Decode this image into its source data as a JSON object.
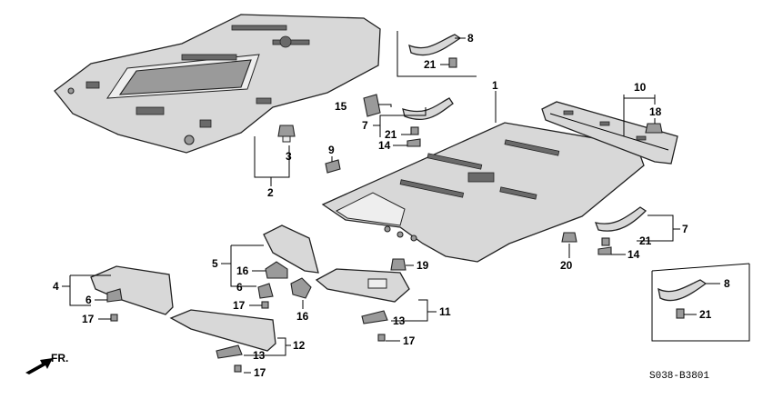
{
  "diagram": {
    "diagram_code": "S038-B3801",
    "direction_label": "FR.",
    "callouts": [
      {
        "id": "c1",
        "text": "1"
      },
      {
        "id": "c2",
        "text": "2"
      },
      {
        "id": "c3",
        "text": "3"
      },
      {
        "id": "c4",
        "text": "4"
      },
      {
        "id": "c5",
        "text": "5"
      },
      {
        "id": "c6a",
        "text": "6"
      },
      {
        "id": "c6b",
        "text": "6"
      },
      {
        "id": "c7a",
        "text": "7"
      },
      {
        "id": "c7b",
        "text": "7"
      },
      {
        "id": "c8a",
        "text": "8"
      },
      {
        "id": "c8b",
        "text": "8"
      },
      {
        "id": "c9",
        "text": "9"
      },
      {
        "id": "c10",
        "text": "10"
      },
      {
        "id": "c11",
        "text": "11"
      },
      {
        "id": "c12",
        "text": "12"
      },
      {
        "id": "c13a",
        "text": "13"
      },
      {
        "id": "c13b",
        "text": "13"
      },
      {
        "id": "c14a",
        "text": "14"
      },
      {
        "id": "c14b",
        "text": "14"
      },
      {
        "id": "c15",
        "text": "15"
      },
      {
        "id": "c16a",
        "text": "16"
      },
      {
        "id": "c16b",
        "text": "16"
      },
      {
        "id": "c17a",
        "text": "17"
      },
      {
        "id": "c17b",
        "text": "17"
      },
      {
        "id": "c17c",
        "text": "17"
      },
      {
        "id": "c17d",
        "text": "17"
      },
      {
        "id": "c18",
        "text": "18"
      },
      {
        "id": "c19",
        "text": "19"
      },
      {
        "id": "c20",
        "text": "20"
      },
      {
        "id": "c21a",
        "text": "21"
      },
      {
        "id": "c21b",
        "text": "21"
      },
      {
        "id": "c21c",
        "text": "21"
      },
      {
        "id": "c21d",
        "text": "21"
      }
    ]
  }
}
